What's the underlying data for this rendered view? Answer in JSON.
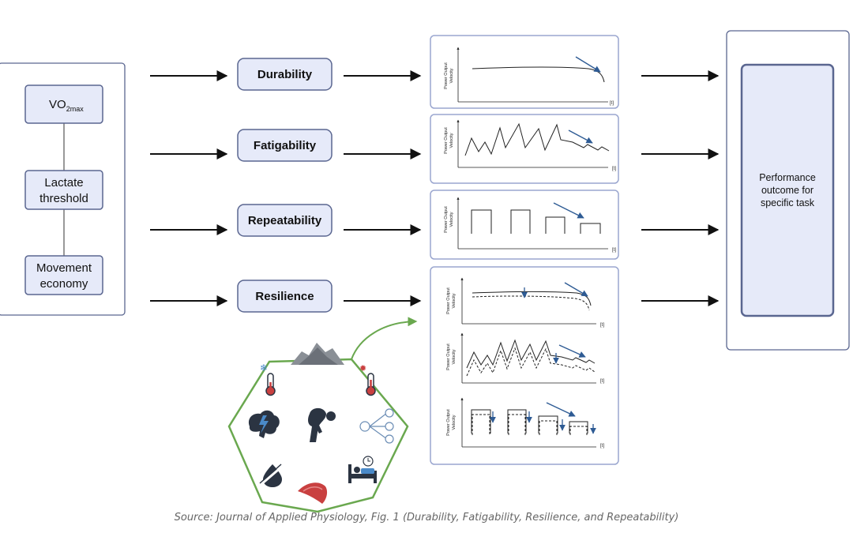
{
  "determinants": {
    "vo2_main": "VO",
    "vo2_sub": "2max",
    "lactate_line1": "Lactate",
    "lactate_line2": "threshold",
    "economy_line1": "Movement",
    "economy_line2": "economy"
  },
  "concepts": {
    "durability": "Durability",
    "fatigability": "Fatigability",
    "repeatability": "Repeatability",
    "resilience": "Resilience"
  },
  "graph": {
    "ylabel_line1": "Power Output",
    "ylabel_line2": "Velocity",
    "xunit": "[t]"
  },
  "outcome": {
    "line1": "Performance",
    "line2": "outcome for",
    "line3": "specific task"
  },
  "stressor_icons": [
    "mountain-icon",
    "cold-thermometer-icon",
    "hot-thermometer-icon",
    "brain-lightning-icon",
    "fatigued-person-icon",
    "network-nodes-icon",
    "bed-clock-icon",
    "dehydration-drop-icon",
    "muscle-icon"
  ],
  "caption": "Source: Journal of Applied Physiology, Fig. 1 (Durability, Fatigability, Resilience, and Repeatability)",
  "colors": {
    "box_fill": "#e6eaf9",
    "box_stroke": "#5a6690",
    "panel_stroke": "#9aa6cf",
    "arrow": "#111111",
    "trend_arrow": "#2e5b94",
    "green": "#6aa84f",
    "icon": "#2b3442",
    "icon_blue": "#4a8ac9",
    "icon_red": "#c94040"
  }
}
